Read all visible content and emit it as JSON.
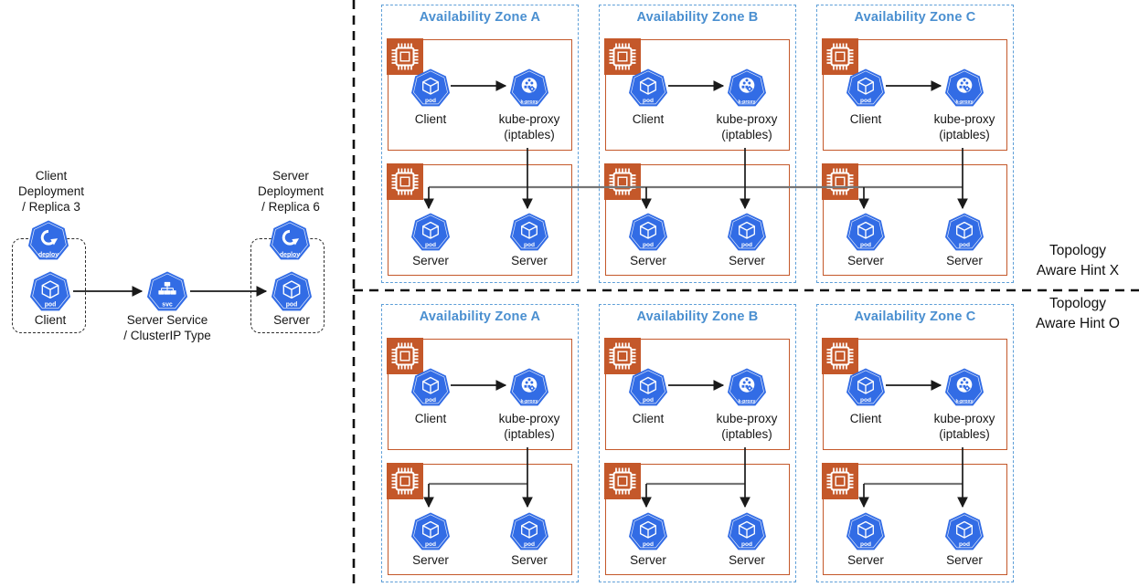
{
  "colors": {
    "kubernetes_blue": "#326CE5",
    "node_border_orange": "#C4582A",
    "chip_orange": "#C4582A",
    "zone_border_blue": "#5E9FD8",
    "zone_title_blue": "#4A8FD0",
    "connector_gray": "#757575",
    "connector_black": "#1A1A1A"
  },
  "badges": {
    "pod": "pod",
    "deploy": "deploy",
    "svc": "svc",
    "kproxy": "k-proxy"
  },
  "left_panel": {
    "client_deployment": {
      "title_lines": [
        "Client",
        "Deployment",
        "/ Replica 3"
      ],
      "pod_label": "Client"
    },
    "service": {
      "label_lines": [
        "Server Service",
        "/ ClusterIP Type"
      ]
    },
    "server_deployment": {
      "title_lines": [
        "Server",
        "Deployment",
        "/ Replica 6"
      ],
      "pod_label": "Server"
    }
  },
  "shared": {
    "client_pod_label": "Client",
    "kube_proxy_lines": [
      "kube-proxy",
      "(iptables)"
    ],
    "server_pod_label": "Server"
  },
  "sections": [
    {
      "side_label_lines": [
        "Topology",
        "Aware Hint X"
      ],
      "zones": [
        {
          "title": "Availability Zone A"
        },
        {
          "title": "Availability Zone B"
        },
        {
          "title": "Availability Zone C"
        }
      ]
    },
    {
      "side_label_lines": [
        "Topology",
        "Aware Hint O"
      ],
      "zones": [
        {
          "title": "Availability Zone A"
        },
        {
          "title": "Availability Zone B"
        },
        {
          "title": "Availability Zone C"
        }
      ]
    }
  ]
}
